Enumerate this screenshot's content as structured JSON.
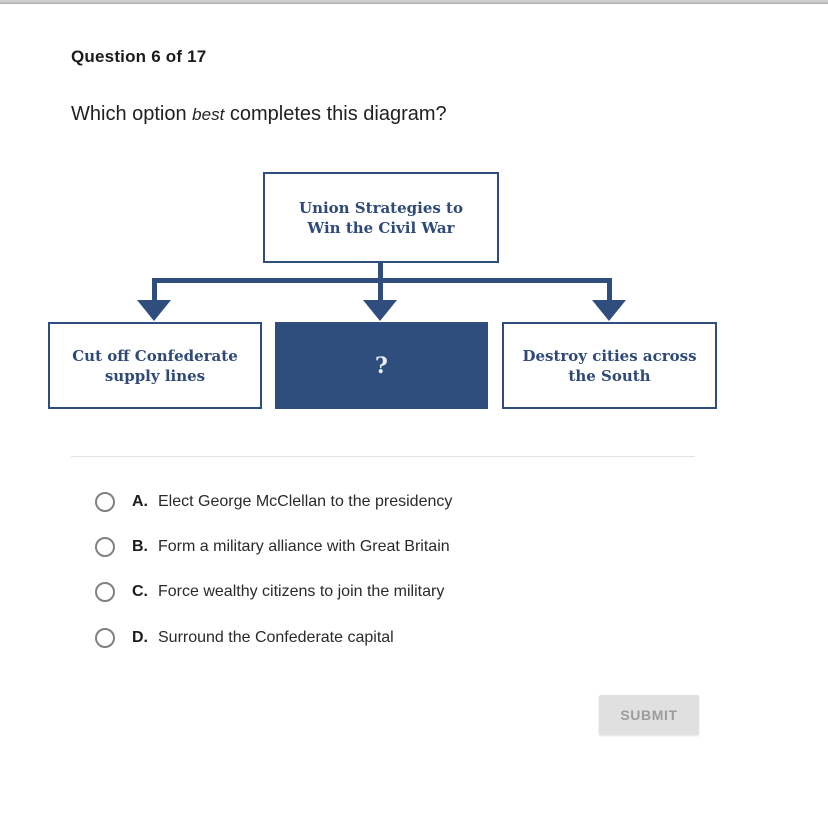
{
  "header": {
    "question_progress": "Question 6 of 17"
  },
  "question": {
    "prefix": "Which option ",
    "emphasis": "best",
    "suffix": " completes this diagram?"
  },
  "diagram": {
    "root_box": "Union Strategies to\nWin the Civil War",
    "children": [
      {
        "label": "Cut off Confederate\nsupply lines",
        "filled": false
      },
      {
        "label": "?",
        "filled": true
      },
      {
        "label": "Destroy cities across\nthe South",
        "filled": false
      }
    ],
    "colors": {
      "blue": "#2f4e7d",
      "filled_box_text": "#e9eef5"
    }
  },
  "options": [
    {
      "letter": "A.",
      "text": "Elect George McClellan to the presidency"
    },
    {
      "letter": "B.",
      "text": "Form a military alliance with Great Britain"
    },
    {
      "letter": "C.",
      "text": "Force wealthy citizens to join the military"
    },
    {
      "letter": "D.",
      "text": "Surround the Confederate capital"
    }
  ],
  "submit": {
    "label": "SUBMIT",
    "enabled": false
  }
}
